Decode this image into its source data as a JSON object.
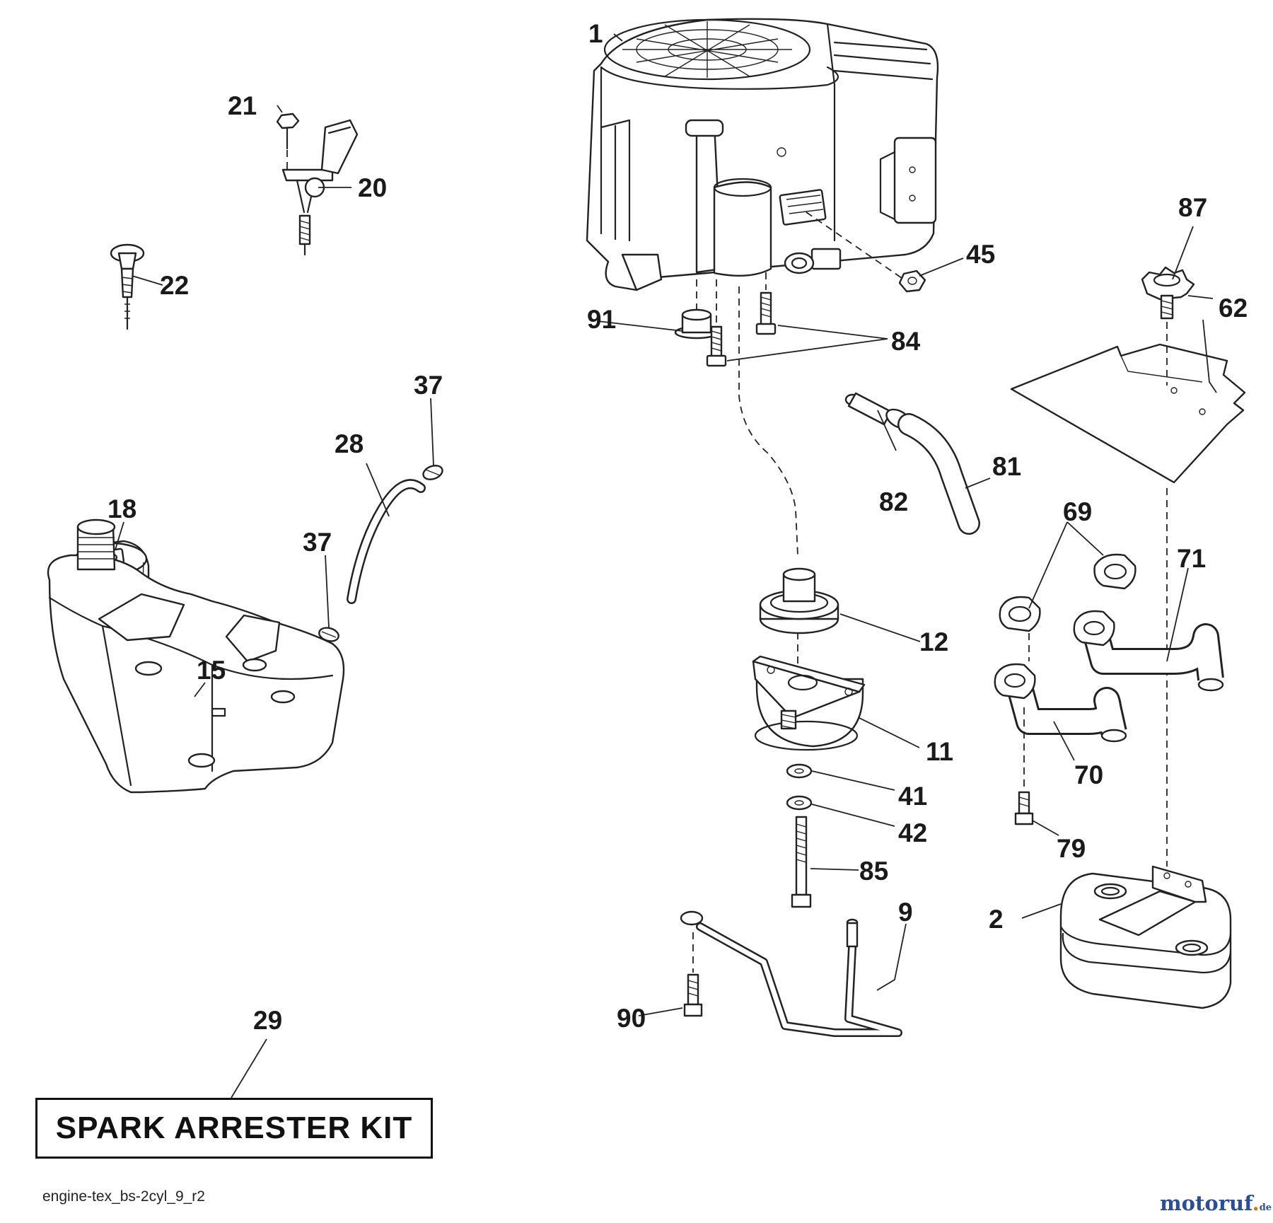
{
  "callouts": {
    "c1": "1",
    "c2": "2",
    "c9": "9",
    "c11": "11",
    "c12": "12",
    "c15": "15",
    "c18": "18",
    "c20": "20",
    "c21": "21",
    "c22": "22",
    "c28": "28",
    "c29": "29",
    "c37a": "37",
    "c37b": "37",
    "c41": "41",
    "c42": "42",
    "c45": "45",
    "c62": "62",
    "c69": "69",
    "c70": "70",
    "c71": "71",
    "c79": "79",
    "c81": "81",
    "c82": "82",
    "c84": "84",
    "c85": "85",
    "c87": "87",
    "c90": "90",
    "c91": "91"
  },
  "kit_label": "SPARK ARRESTER KIT",
  "file_ref": "engine-tex_bs-2cyl_9_r2",
  "brand": {
    "name": "motoruf",
    "dot": ".",
    "tld": "de"
  },
  "colors": {
    "ink": "#222222",
    "brand_blue": "#2a4f9a",
    "brand_orange": "#d8731a"
  }
}
